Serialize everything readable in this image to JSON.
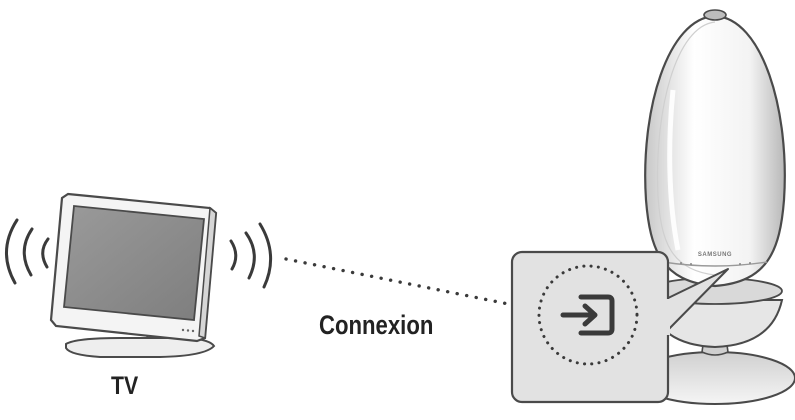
{
  "labels": {
    "tv": "TV",
    "connection": "Connexion"
  },
  "speaker": {
    "brand": "SAMSUNG"
  },
  "icons": {
    "input": "input-source-icon",
    "waves": "wireless-signal-icon"
  },
  "colors": {
    "outline": "#4a4a4a",
    "screen": "#8f8f8f",
    "callout_bg": "#e2e2e2",
    "label_text": "#222222"
  }
}
